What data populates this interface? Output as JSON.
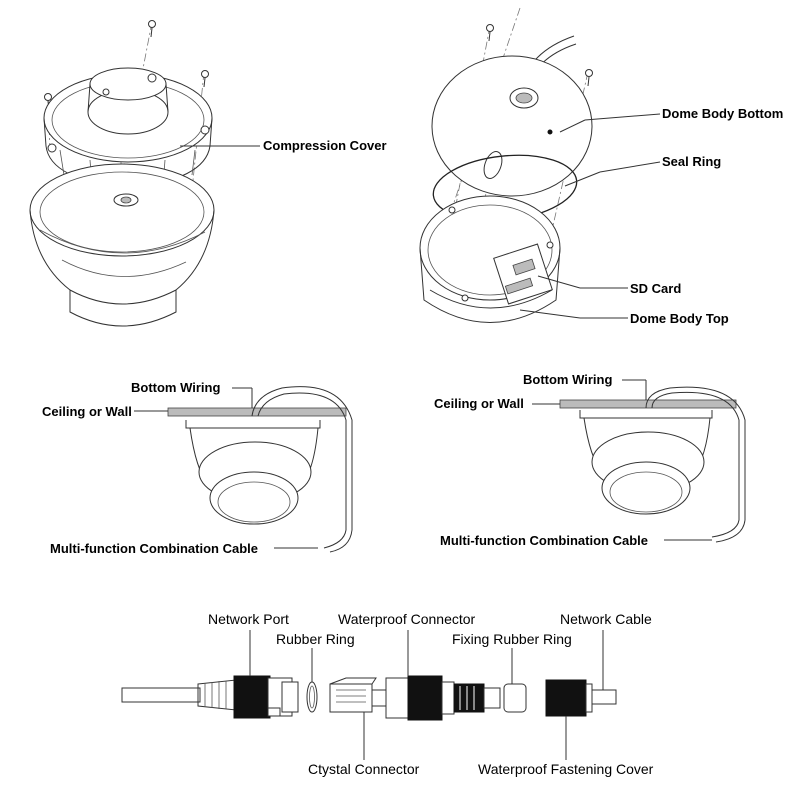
{
  "panels": {
    "top_left": {
      "compression_cover": "Compression Cover"
    },
    "top_right": {
      "dome_body_bottom": "Dome Body Bottom",
      "seal_ring": "Seal Ring",
      "sd_card": "SD Card",
      "dome_body_top": "Dome Body Top"
    },
    "mid_left": {
      "bottom_wiring": "Bottom Wiring",
      "ceiling_or_wall": "Ceiling or Wall",
      "cable": "Multi-function Combination Cable"
    },
    "mid_right": {
      "bottom_wiring": "Bottom Wiring",
      "ceiling_or_wall": "Ceiling or Wall",
      "cable": "Multi-function Combination Cable"
    },
    "bottom": {
      "network_port": "Network Port",
      "rubber_ring": "Rubber Ring",
      "waterproof_connector": "Waterproof Connector",
      "fixing_rubber_ring": "Fixing Rubber Ring",
      "network_cable": "Network Cable",
      "crystal_connector": "Ctystal Connector",
      "waterproof_fastening_cover": "Waterproof Fastening Cover"
    }
  }
}
